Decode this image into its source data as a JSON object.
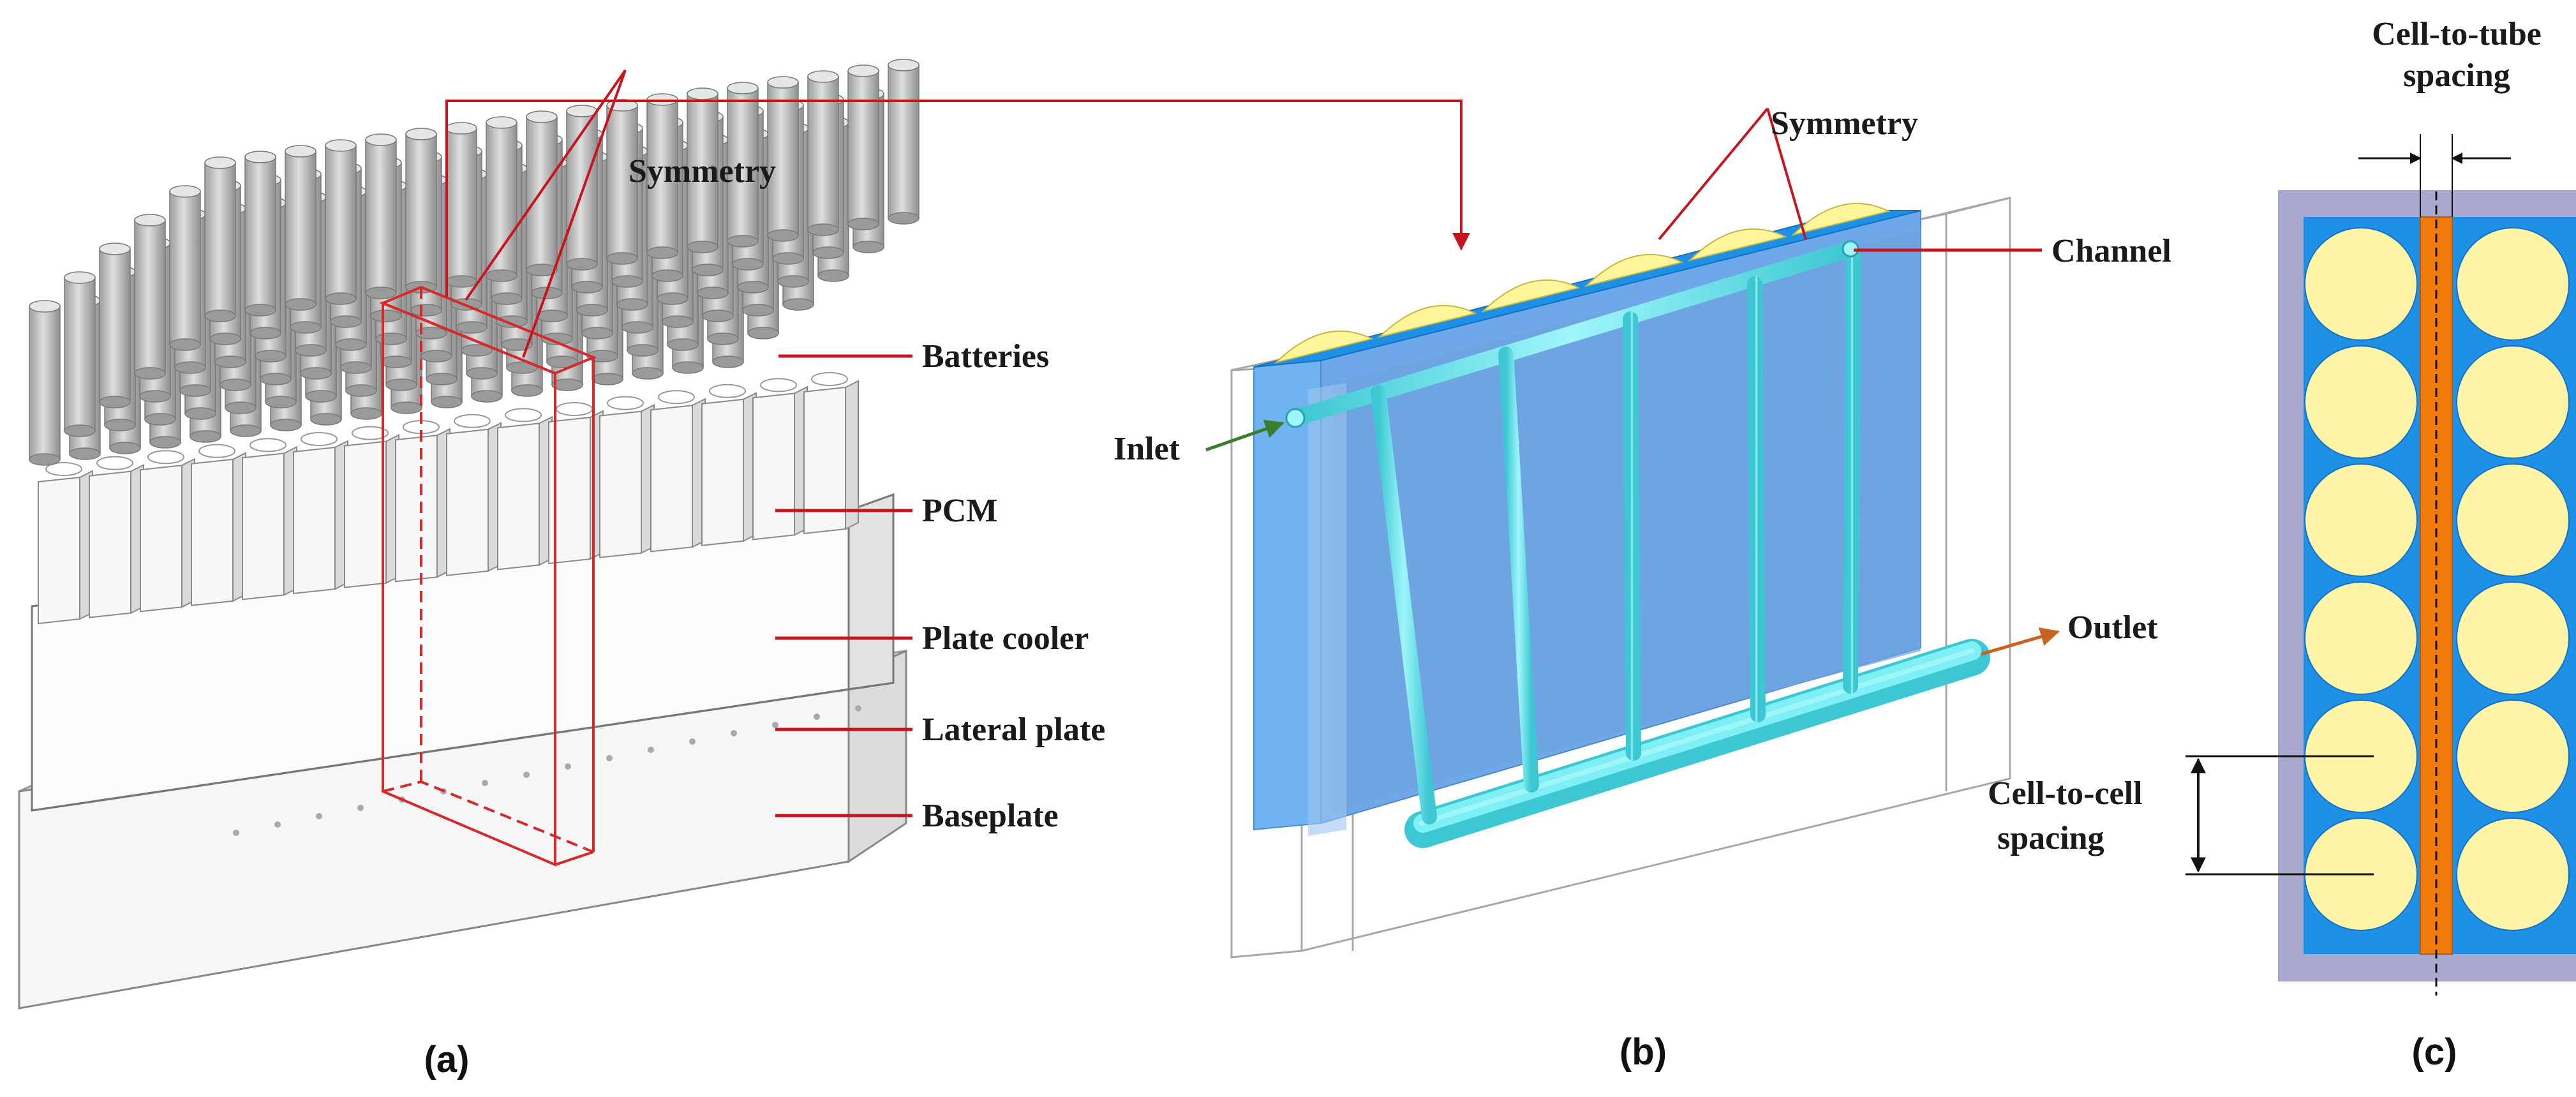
{
  "panel_a": {
    "caption": "(a)",
    "labels": {
      "symmetry": "Symmetry",
      "batteries": "Batteries",
      "pcm": "PCM",
      "plate_cooler": "Plate cooler",
      "lateral_plate": "Lateral plate",
      "baseplate": "Baseplate"
    }
  },
  "panel_b": {
    "caption": "(b)",
    "labels": {
      "symmetry": "Symmetry",
      "channel": "Channel",
      "inlet": "Inlet",
      "outlet": "Outlet"
    }
  },
  "panel_c": {
    "caption": "(c)",
    "labels": {
      "cell_to_tube_line1": "Cell-to-tube",
      "cell_to_tube_line2": "spacing",
      "cell_to_cell_line1": "Cell-to-cell",
      "cell_to_cell_line2": "spacing"
    }
  },
  "colors": {
    "leader_red": "#c8141e",
    "pcm_blue": "#1e90e6",
    "plate_blue": "#6fa8e8",
    "tube_cyan": "#5ee8f0",
    "cell_yellow": "#fff5a6",
    "casing_gray": "#a9a9cf",
    "tube_orange": "#f07a0a",
    "battery_gray": "#c9c9c9",
    "inlet_green": "#3a7d2a",
    "outlet_orange": "#c86420"
  }
}
